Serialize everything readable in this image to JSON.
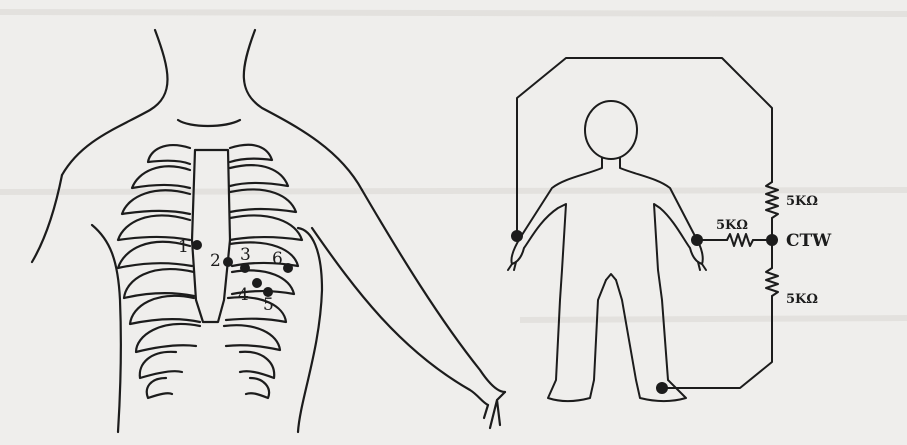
{
  "chest_diagram": {
    "lead_labels": [
      "1",
      "2",
      "3",
      "4",
      "5",
      "6"
    ]
  },
  "wilson_terminal_diagram": {
    "resistor_top": "5KΩ",
    "resistor_middle": "5KΩ",
    "resistor_bottom": "5KΩ",
    "terminal_label": "CTW"
  },
  "colors": {
    "background": "#efeeec",
    "ink": "#1c1c1c"
  }
}
